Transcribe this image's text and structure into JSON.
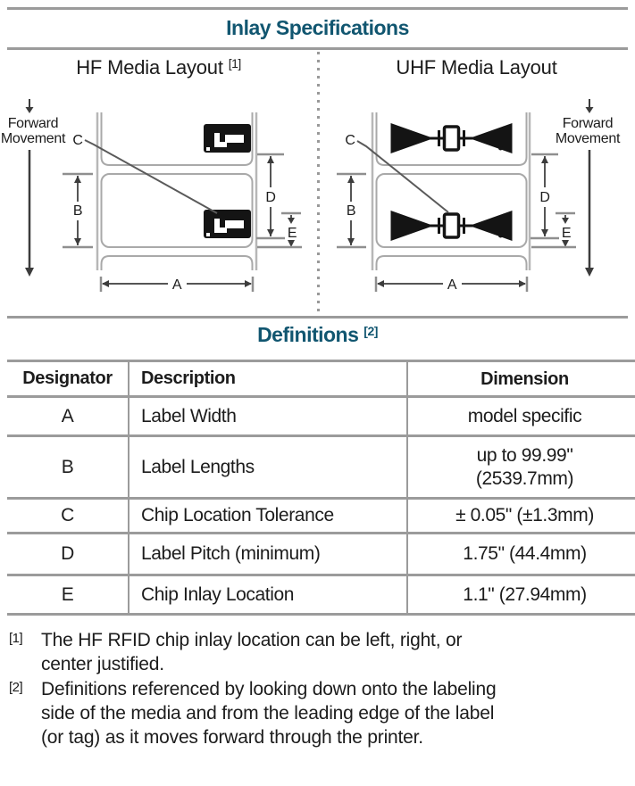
{
  "header": {
    "title": "Inlay Specifications"
  },
  "panels": {
    "hf_title": "HF Media Layout",
    "hf_title_ref": "[1]",
    "uhf_title": "UHF Media Layout"
  },
  "diagram_labels": {
    "forward_line1": "Forward",
    "forward_line2": "Movement",
    "a": "A",
    "b": "B",
    "c": "C",
    "d": "D",
    "e": "E"
  },
  "definitions": {
    "title": "Definitions",
    "title_ref": "[2]",
    "columns": {
      "designator": "Designator",
      "description": "Description",
      "dimension": "Dimension"
    },
    "rows": [
      {
        "designator": "A",
        "description": "Label Width",
        "dimension": "model specific"
      },
      {
        "designator": "B",
        "description": "Label Lengths",
        "dimension": "up to 99.99\"\n(2539.7mm)"
      },
      {
        "designator": "C",
        "description": "Chip Location Tolerance",
        "dimension": "± 0.05\" (±1.3mm)"
      },
      {
        "designator": "D",
        "description": "Label Pitch (minimum)",
        "dimension": "1.75\" (44.4mm)"
      },
      {
        "designator": "E",
        "description": "Chip Inlay Location",
        "dimension": "1.1\" (27.94mm)"
      }
    ]
  },
  "footnotes": [
    {
      "marker": "[1]",
      "text": "The HF RFID chip inlay location can be left, right, or\ncenter justified."
    },
    {
      "marker": "[2]",
      "text": "Definitions referenced by looking down onto the labeling\nside of the media and from the leading edge of the label\n(or tag) as it moves forward through the printer."
    }
  ],
  "colors": {
    "heading_teal": "#115670",
    "rule_gray": "#9b9b9b",
    "text_black": "#1c1c1c"
  }
}
